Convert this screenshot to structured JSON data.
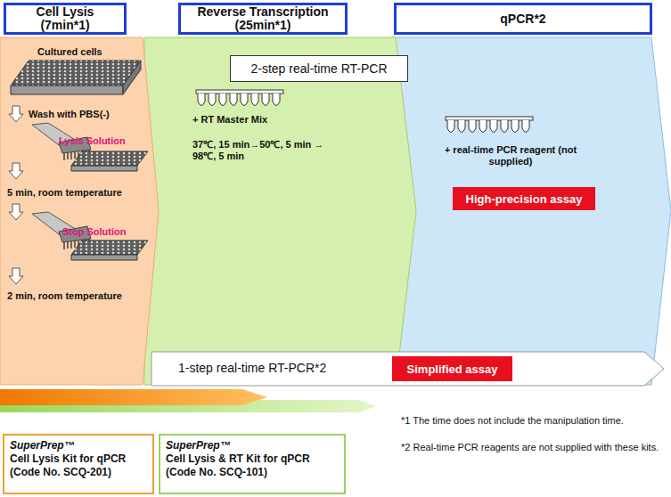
{
  "diagram": {
    "nodes": [
      {
        "text": [
          "Cell Lysis",
          "(7min*1)"
        ]
      },
      {
        "text": [
          "Reverse Transcription",
          "(25min*1)"
        ]
      },
      {
        "text": [
          "qPCR*2"
        ]
      },
      {
        "text": [
          "Cultured cells",
          "Wash with PBS(-)",
          "Lysis Solution",
          "5 min, room temperature",
          "Stop Solution",
          "2 min, room temperature"
        ]
      },
      {
        "text": [
          "+ RT Master Mix",
          "37℃, 15 min→50℃, 5 min → 98℃, 5 min"
        ]
      },
      {
        "text": [
          "2-step real-time RT-PCR"
        ]
      },
      {
        "text": [
          "+ real-time PCR reagent (not supplied)"
        ]
      },
      {
        "text": [
          "High-precision assay"
        ],
        "in": 6
      },
      {
        "text": [
          "1-step real-time RT-PCR*2"
        ]
      },
      {
        "text": [
          "Simplified assay"
        ],
        "in": 8
      },
      {
        "text": [
          "SuperPrep™",
          "Cell Lysis Kit for qPCR",
          "(Code No. SCQ-201)"
        ]
      },
      {
        "text": [
          "SuperPrep™",
          "Cell Lysis & RT Kit for qPCR",
          "(Code No. SCQ-101)"
        ]
      }
    ],
    "labels": [
      "*1 The time does not include the manipulation time.",
      "*2 Real-time PCR reagents are not supplied with these kits."
    ]
  }
}
